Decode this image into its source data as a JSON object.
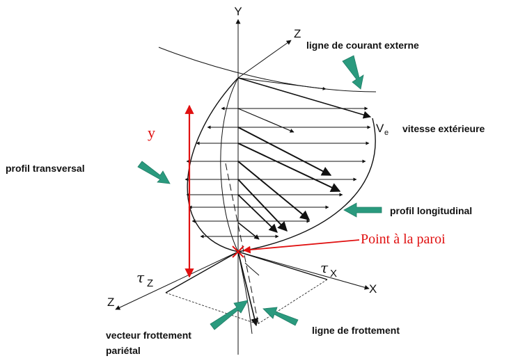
{
  "labels": {
    "axis_y": "Y",
    "axis_z_top": "Z",
    "axis_z_bottom": "Z",
    "axis_x": "X",
    "stream_external": "ligne de courant externe",
    "ve_symbol": "V",
    "ve_sub": "e",
    "ve_desc": "vitesse extérieure",
    "profile_transverse": "profil transversal",
    "profile_longitudinal": "profil longitudinal",
    "y_height": "y",
    "wall_point": "Point à la paroi",
    "tau_symbol": "τ",
    "tau_z_sub": "Z",
    "tau_x_sub": "X",
    "friction_line": "ligne de frottement",
    "wall_friction_line1": "vecteur frottement",
    "wall_friction_line2": "pariétal"
  },
  "colors": {
    "ink": "#111111",
    "accent_red": "#e01010",
    "pointer_teal": "#2a9a7e"
  }
}
